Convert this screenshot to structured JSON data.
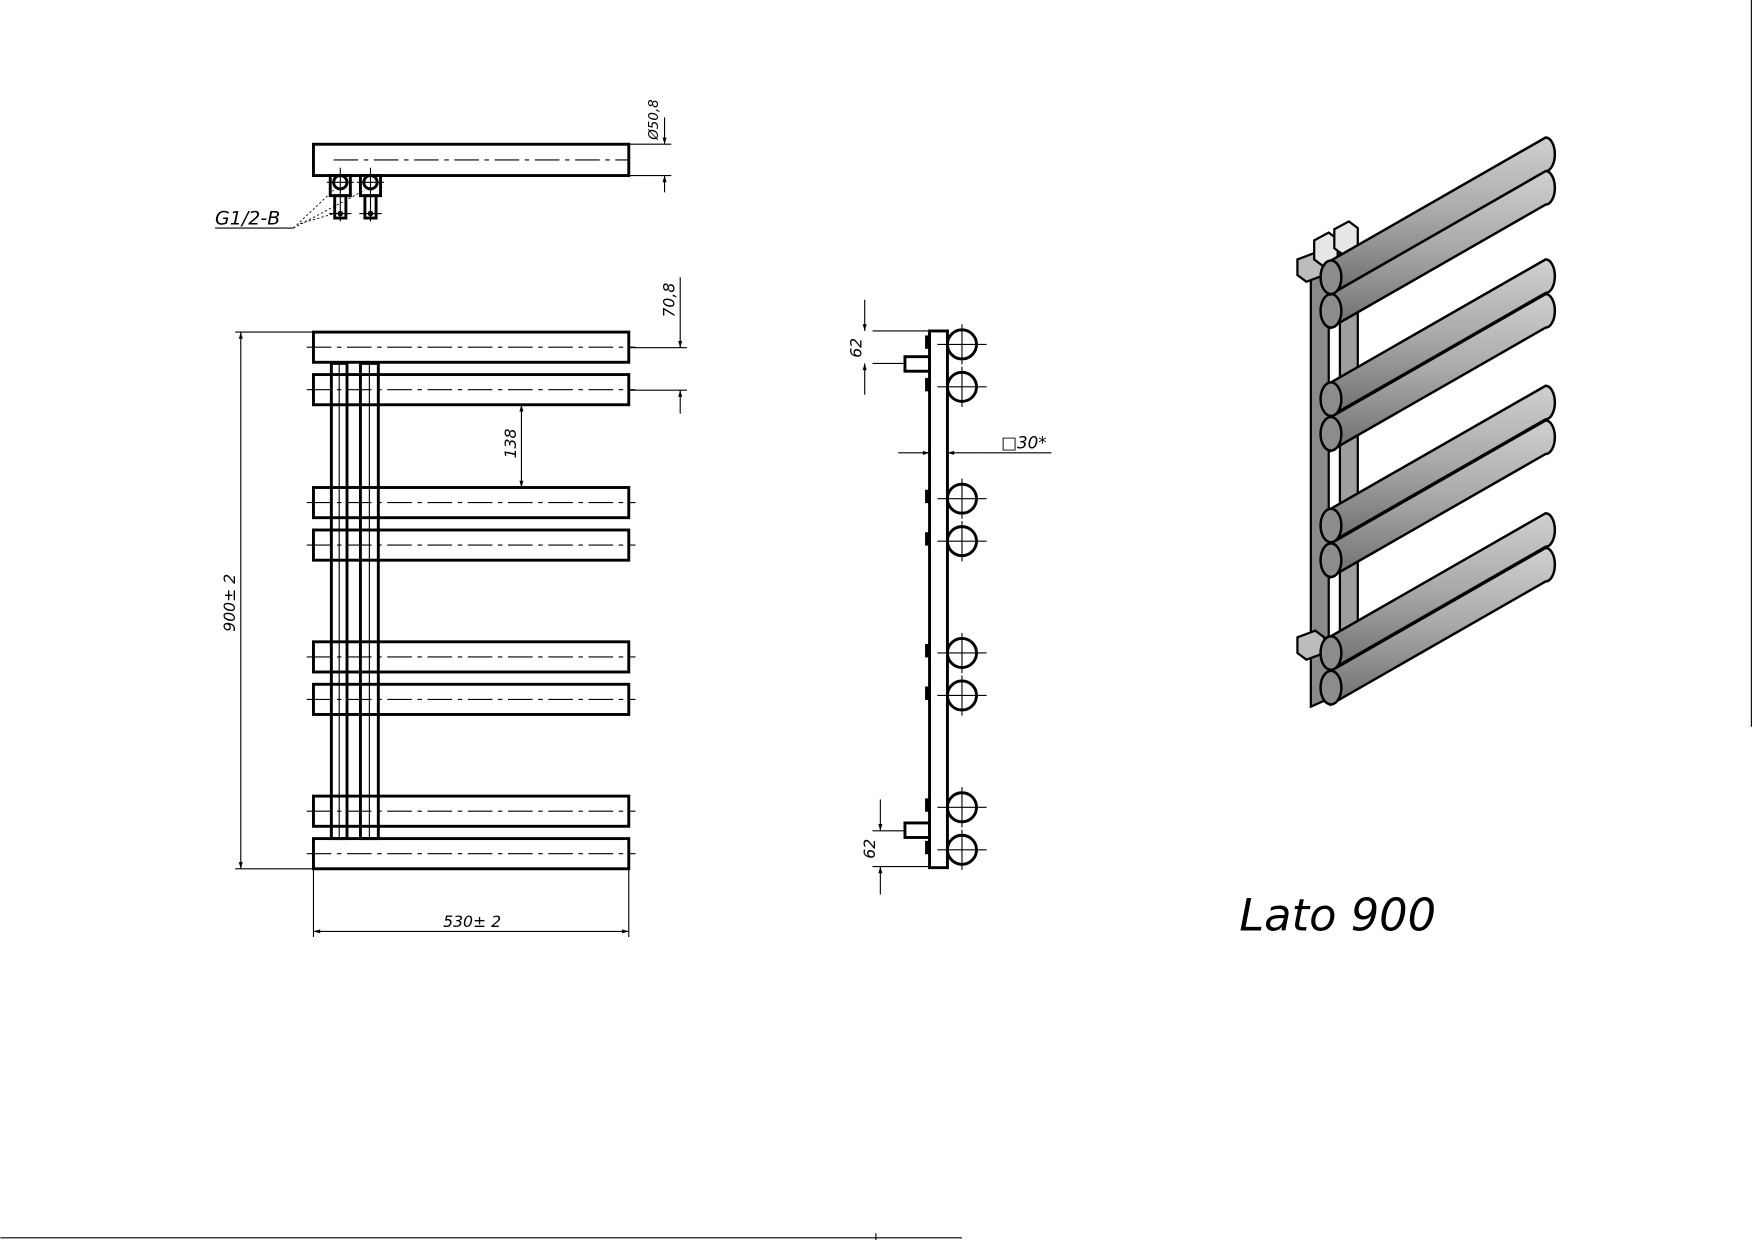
{
  "title": "Lato 900",
  "top_view": {
    "diameter_label": "Ø50,8",
    "connection_label": "G1/2-B"
  },
  "front_view": {
    "height_label": "900± 2",
    "width_label": "530± 2",
    "offset_label": "70,8",
    "gap_label": "138"
  },
  "side_view": {
    "top_offset_label": "62",
    "bottom_offset_label": "62",
    "profile_label": "□30*"
  },
  "colors": {
    "line": "#000000",
    "tube": "#9a9a9a",
    "tube_light": "#c4c4c4"
  }
}
